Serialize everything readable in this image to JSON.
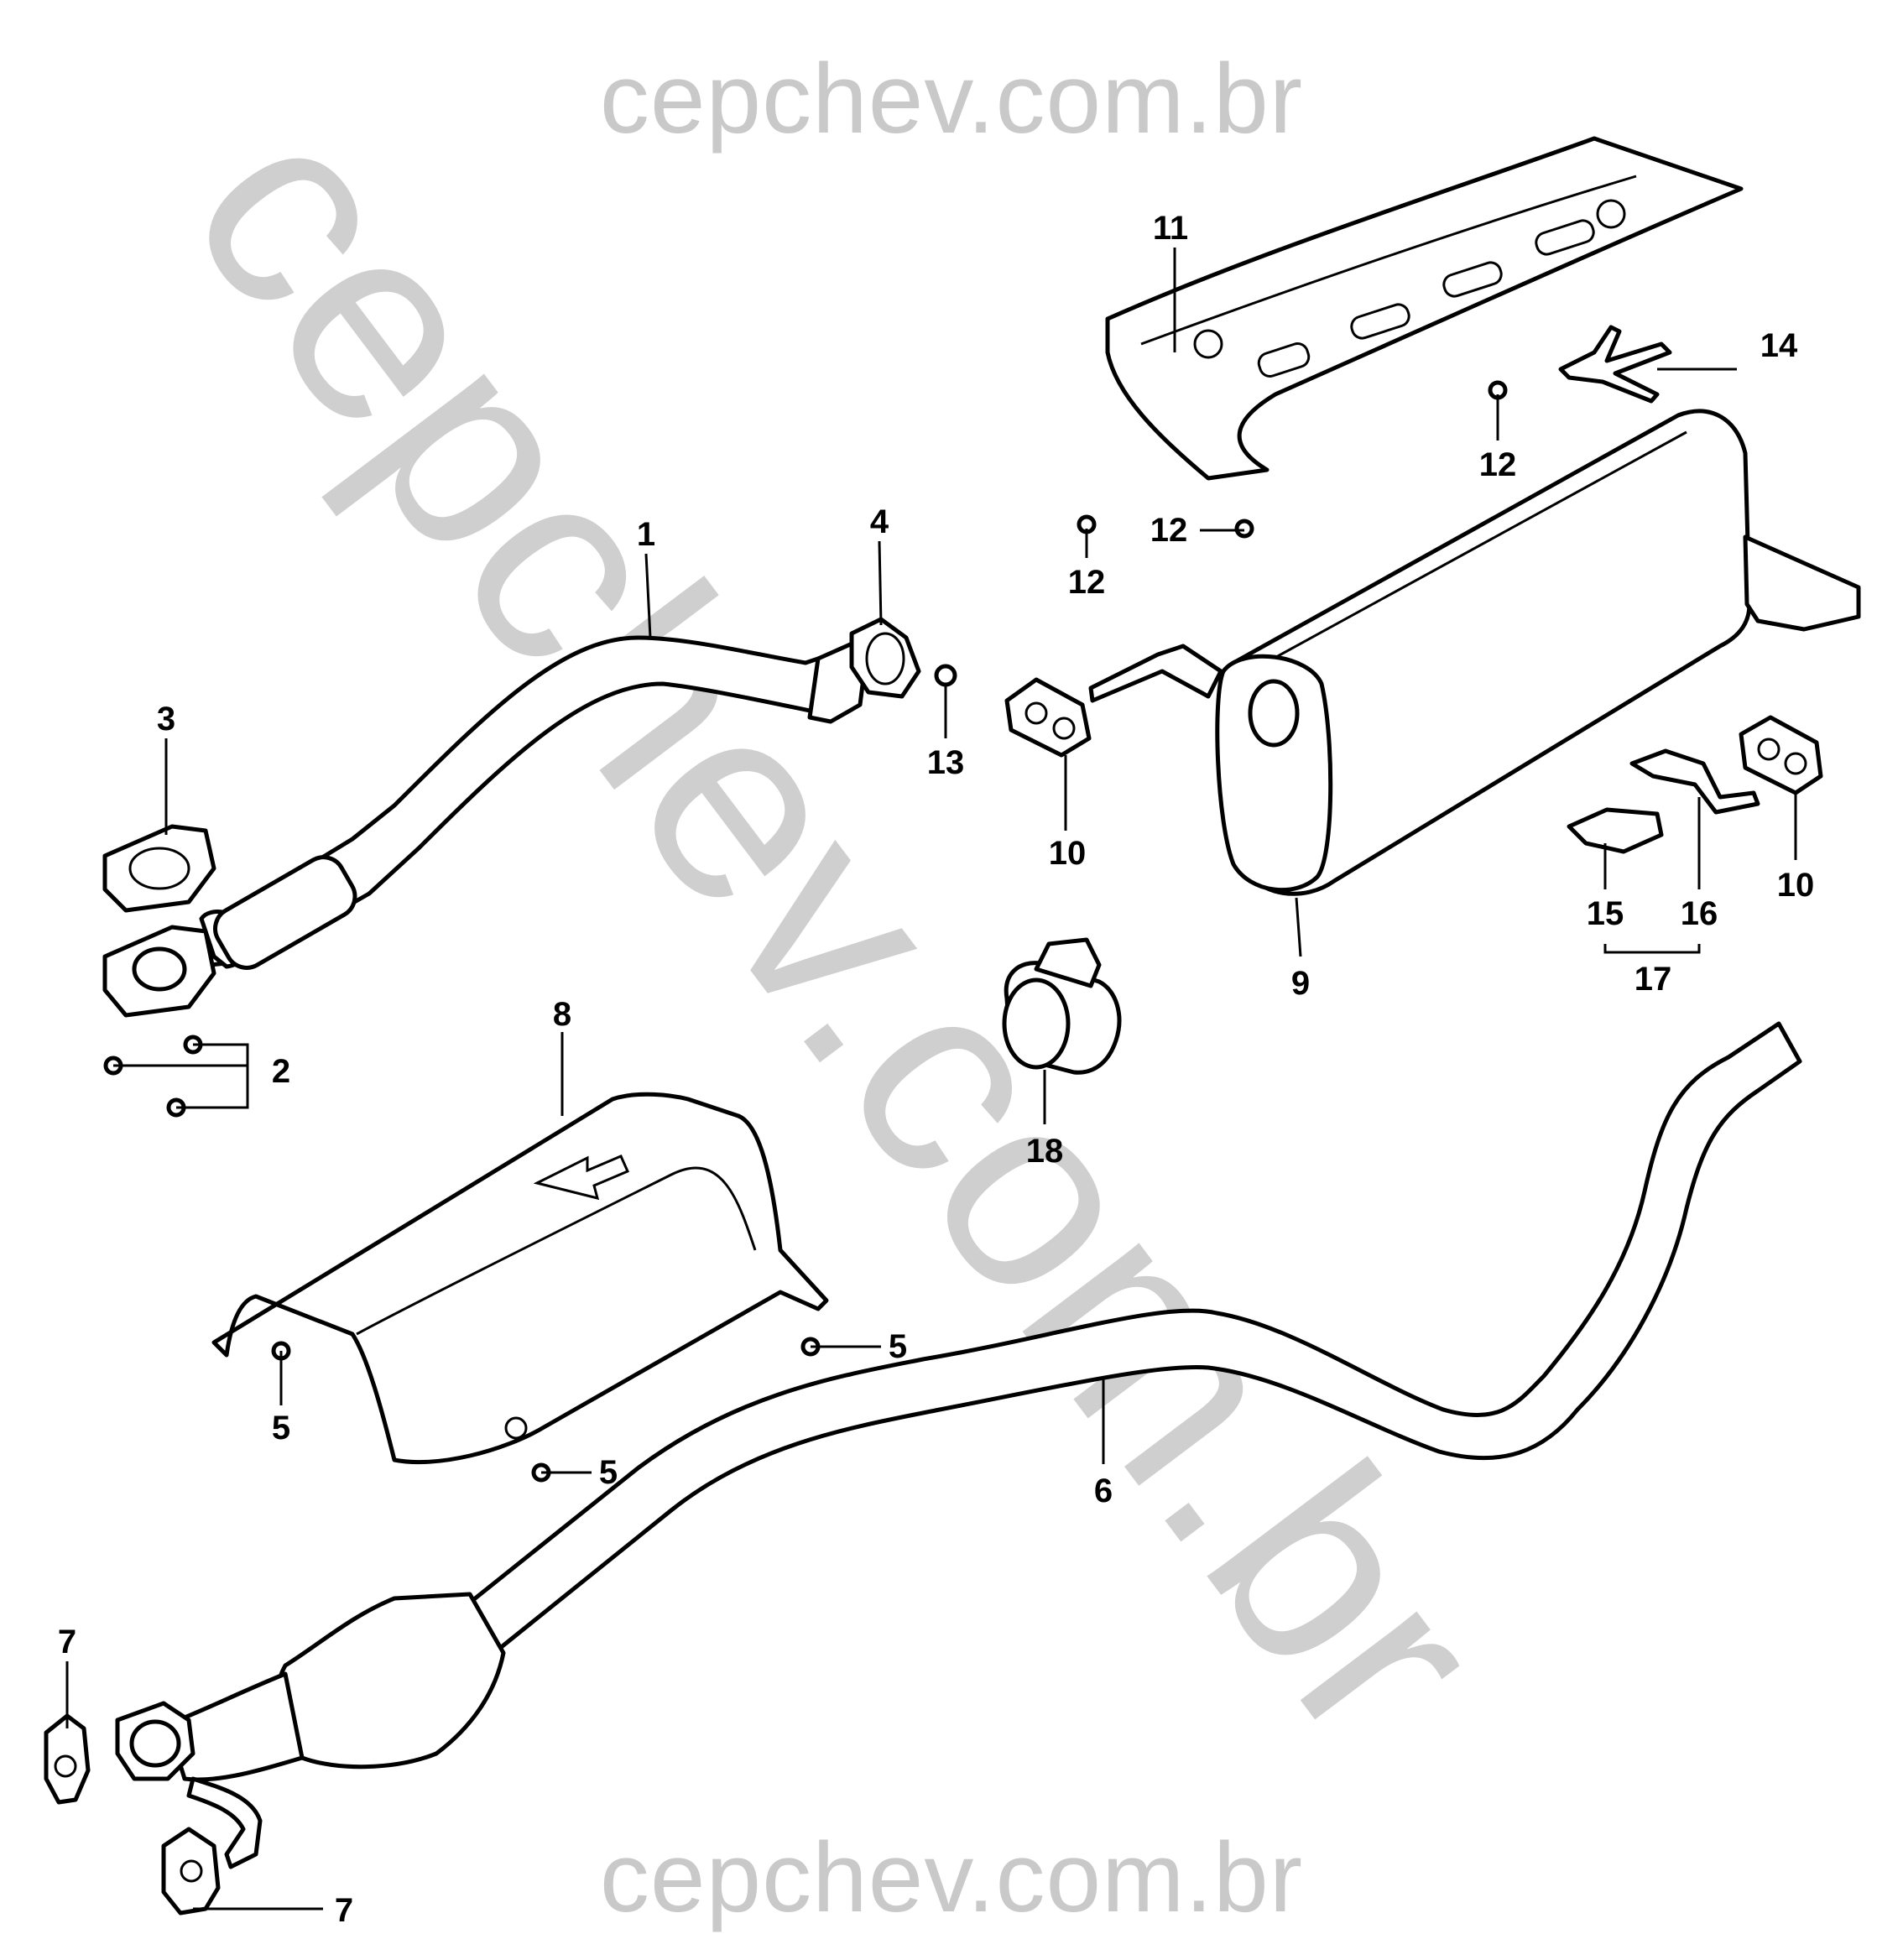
{
  "watermark": {
    "top": "cepchev.com.br",
    "bottom": "cepchev.com.br",
    "diagonal": "cepchev.com.br"
  },
  "callouts": [
    {
      "id": "c1",
      "label": "1"
    },
    {
      "id": "c2",
      "label": "2"
    },
    {
      "id": "c3",
      "label": "3"
    },
    {
      "id": "c4",
      "label": "4"
    },
    {
      "id": "c5a",
      "label": "5"
    },
    {
      "id": "c5b",
      "label": "5"
    },
    {
      "id": "c5c",
      "label": "5"
    },
    {
      "id": "c6",
      "label": "6"
    },
    {
      "id": "c7a",
      "label": "7"
    },
    {
      "id": "c7b",
      "label": "7"
    },
    {
      "id": "c8",
      "label": "8"
    },
    {
      "id": "c9",
      "label": "9"
    },
    {
      "id": "c10a",
      "label": "10"
    },
    {
      "id": "c10b",
      "label": "10"
    },
    {
      "id": "c11",
      "label": "11"
    },
    {
      "id": "c12a",
      "label": "12"
    },
    {
      "id": "c12b",
      "label": "12"
    },
    {
      "id": "c12c",
      "label": "12"
    },
    {
      "id": "c13",
      "label": "13"
    },
    {
      "id": "c14",
      "label": "14"
    },
    {
      "id": "c15",
      "label": "15"
    },
    {
      "id": "c16",
      "label": "16"
    },
    {
      "id": "c17",
      "label": "17"
    },
    {
      "id": "c18",
      "label": "18"
    }
  ]
}
